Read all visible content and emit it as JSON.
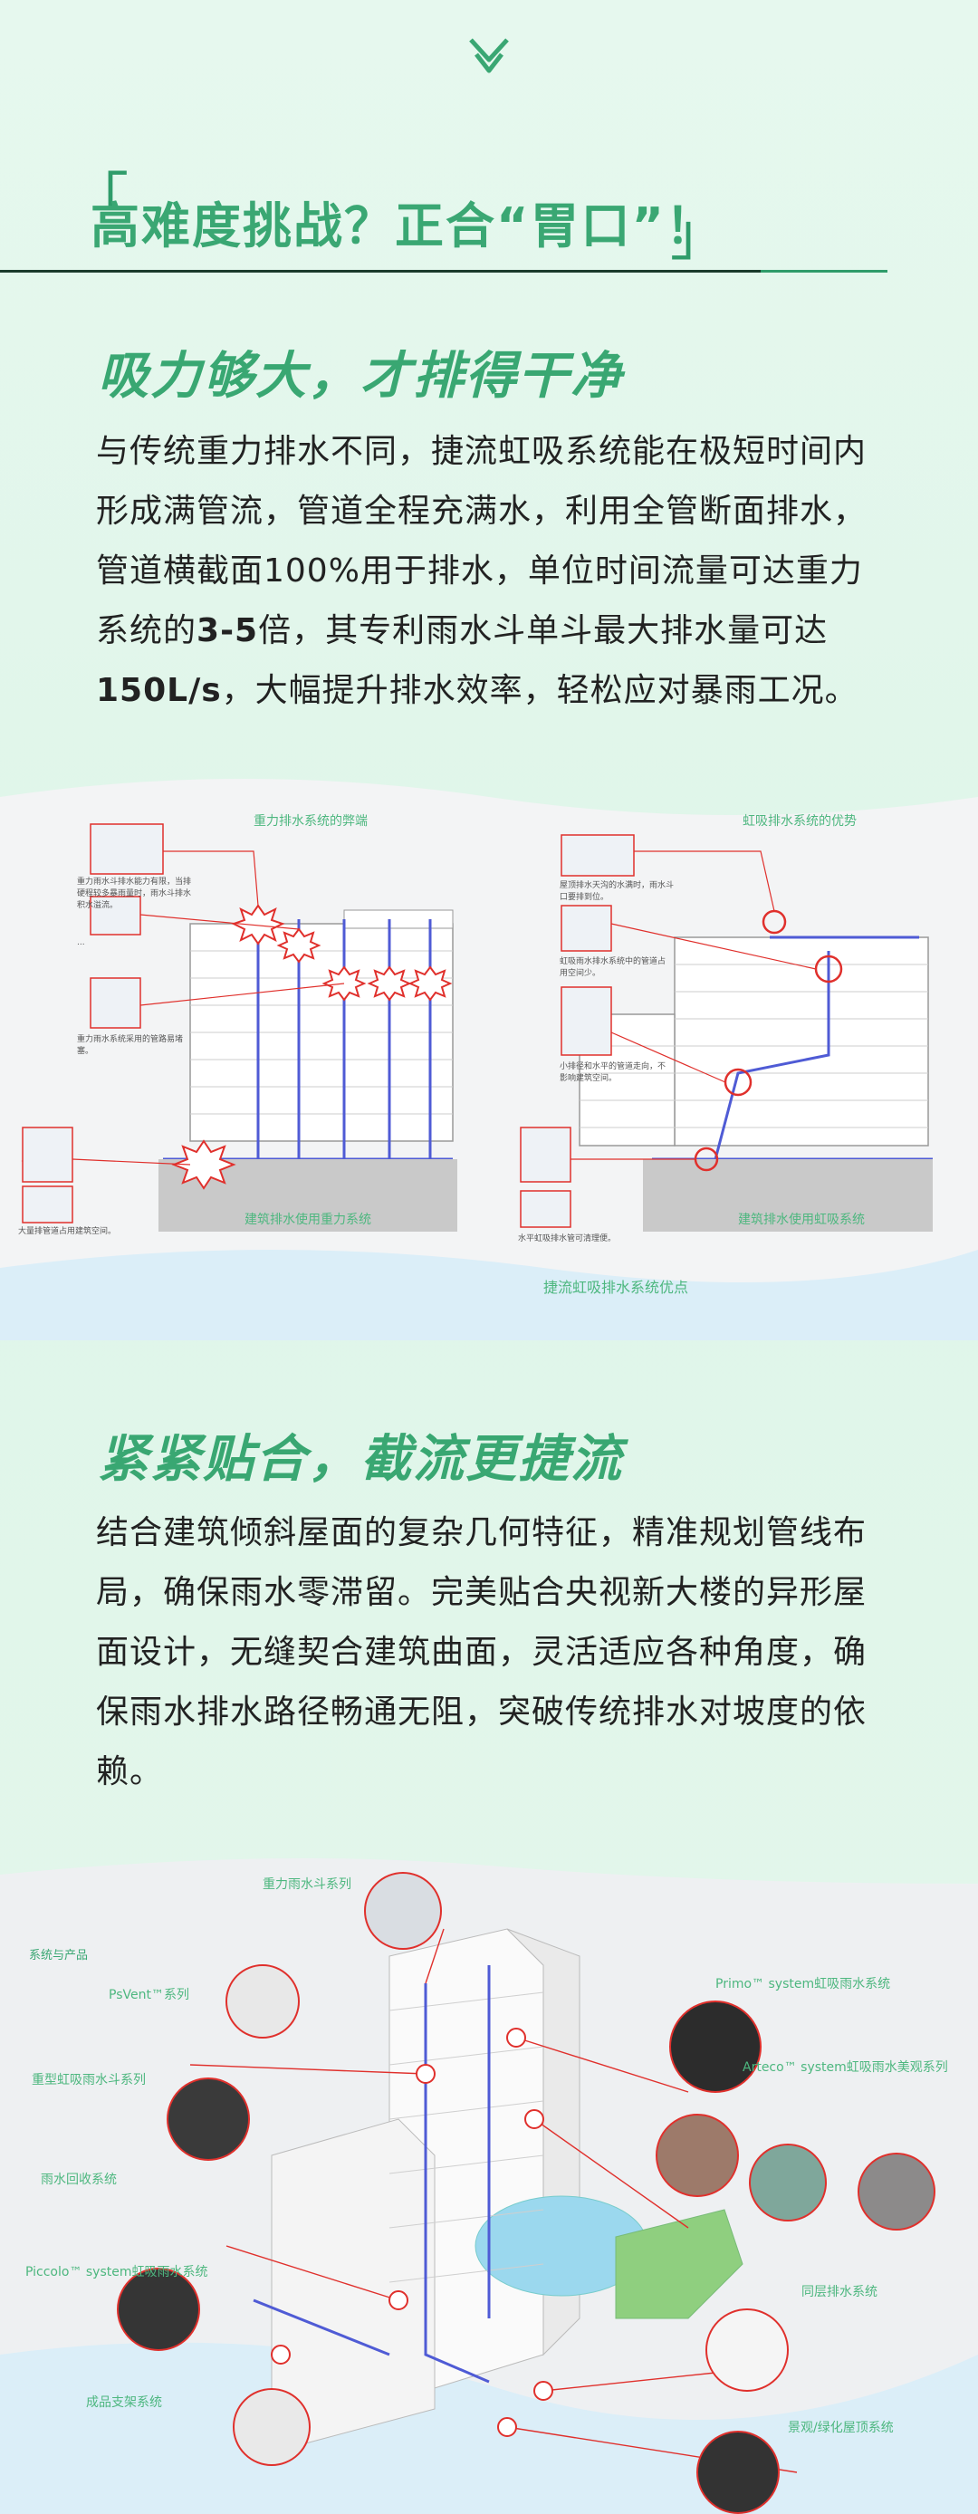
{
  "header": {
    "chevron_icon": "double-chevron-down-icon"
  },
  "title": {
    "text": "高难度挑战？正合“胃口”！",
    "bracket_left": "「",
    "bracket_right": "」"
  },
  "section1": {
    "heading": "吸力够大，才排得干净",
    "paragraph_parts": [
      "与传统重力排水不同，捷流虹吸系统能在极短时间内形成满管流，管道全程充满水，利用全管断面排水，管道横截面100%用于排水，单位时间流量可达重力系统的",
      "3-5",
      "倍，其专利雨水斗单斗最大排水量可达",
      "150L/s",
      "，大幅提升排水效率，轻松应对暴雨工况。"
    ]
  },
  "diagram1": {
    "left_title": "重力排水系统的弊端",
    "right_title": "虹吸排水系统的优势",
    "left_caption": "建筑排水使用重力系统",
    "right_caption": "建筑排水使用虹吸系统",
    "advantages_title": "捷流虹吸排水系统优点",
    "left_notes": [
      "重力雨水斗排水能力有限，当排硬程较多暴雨量时，雨水斗排水积水溢流。",
      "...",
      "重力雨水系统采用的管路易堵塞。",
      "大量排管道占用建筑空间。"
    ],
    "right_notes": [
      "屋顶排水天沟的水满时，雨水斗口要排到位。",
      "虹吸雨水排水系统中的管道占用空间少。",
      "小排径和水平的管道走向，不影响建筑空间。",
      "水平虹吸排水管可清理便。"
    ]
  },
  "section2": {
    "heading": "紧紧贴合，截流更捷流",
    "paragraph": "结合建筑倾斜屋面的复杂几何特征，精准规划管线布局，确保雨水零滞留。完美贴合央视新大楼的异形屋面设计，无缝契合建筑曲面，灵活适应各种角度，确保雨水排水路径畅通无阻，突破传统排水对坡度的依赖。"
  },
  "diagram2": {
    "header_label": "系统与产品",
    "labels": {
      "gravity": "重力雨水斗系列",
      "psvent": "PsVent™系列",
      "heavy": "重型虹吸雨水斗系列",
      "recycle": "雨水回收系统",
      "piccolo": "Piccolo™ system虹吸雨水系统",
      "support": "成品支架系统",
      "primo": "Primo™ system虹吸雨水系统",
      "arteco": "Arteco™ system虹吸雨水美观系列",
      "sameflr": "同层排水系统",
      "roof": "景观/绿化屋顶系统"
    }
  },
  "colors": {
    "accent": "#3aa773",
    "dark_line": "#1b3b2c",
    "alert_red": "#e0302c"
  }
}
